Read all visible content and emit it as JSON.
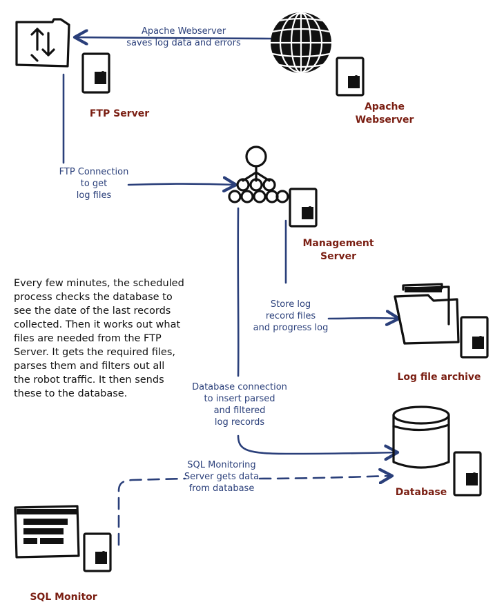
{
  "nodes": {
    "ftp": [
      "FTP Server"
    ],
    "apache": [
      "Apache",
      "Webserver"
    ],
    "management": [
      "Management",
      "Server"
    ],
    "archive": [
      "Log file archive"
    ],
    "database": [
      "Database"
    ],
    "monitor": [
      "SQL Monitor"
    ]
  },
  "edges": {
    "apache_to_ftp": [
      "Apache Webserver",
      "saves log data and errors"
    ],
    "ftp_to_management": [
      "FTP Connection",
      "to get",
      "log files"
    ],
    "management_to_archive": [
      "Store log",
      "record files",
      "and progress log"
    ],
    "management_to_database": [
      "Database connection",
      "to insert parsed",
      "and filtered",
      "log records"
    ],
    "monitor_to_database": [
      "SQL Monitoring",
      "Server gets data",
      "from database"
    ]
  },
  "description": [
    "Every few minutes, the scheduled",
    "process checks the database to",
    "see the date of the last records",
    "collected. Then it works out what",
    "files are needed from the FTP",
    "Server. It gets the required files,",
    "parses them and filters out all",
    "the robot traffic. It then sends",
    "these to the database."
  ],
  "colors": {
    "node_label": "#7a1e12",
    "edge": "#2a3f7a",
    "ink": "#111111"
  }
}
